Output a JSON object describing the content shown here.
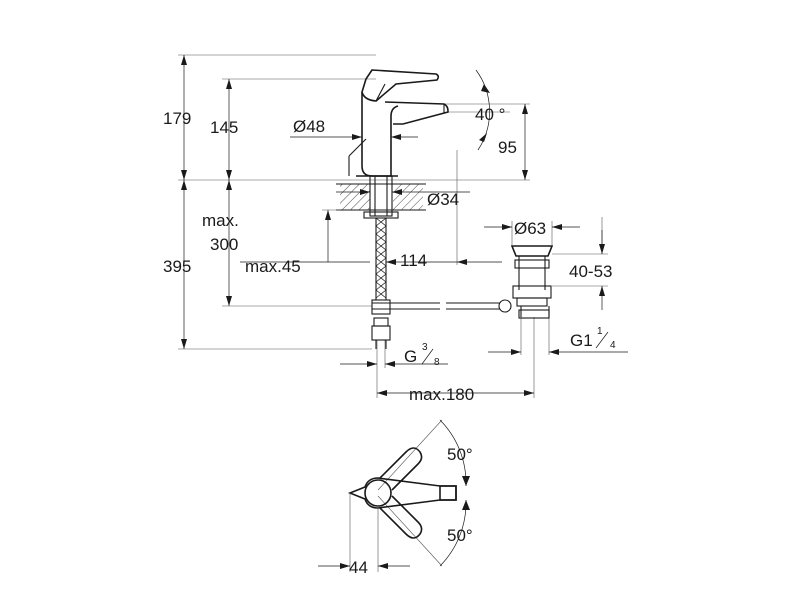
{
  "drawing": {
    "dim_179": "179",
    "dim_145": "145",
    "dim_d48": "Ø48",
    "dim_40deg": "40 °",
    "dim_95": "95",
    "dim_d34": "Ø34",
    "dim_max": "max.",
    "dim_300": "300",
    "dim_395": "395",
    "dim_max45": "max.45",
    "dim_114": "114",
    "dim_d63": "Ø63",
    "dim_40_53": "40-53",
    "thread_g38_base": "G",
    "thread_g38_num": "3",
    "thread_g38_den": "8",
    "thread_g114_base": "G1",
    "thread_g114_num": "1",
    "thread_g114_den": "4",
    "dim_max180": "max.180",
    "dim_50deg_top": "50°",
    "dim_50deg_bottom": "50°",
    "dim_44": "44"
  }
}
